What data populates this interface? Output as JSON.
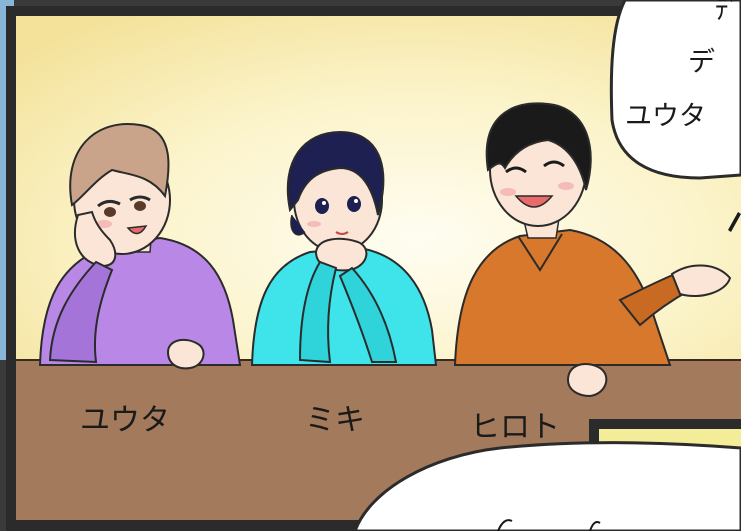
{
  "characters": [
    {
      "name": "ユウタ",
      "shirt_color": "#b987e6"
    },
    {
      "name": "ミキ",
      "shirt_color": "#3fe3ea"
    },
    {
      "name": "ヒロト",
      "shirt_color": "#d7782c"
    }
  ],
  "speech_bubble_top": {
    "lines": [
      "ﾃﾞ",
      "デ",
      "ユウタ"
    ]
  },
  "colors": {
    "wall_light": "#fffbe6",
    "wall_warm": "#f7e9a8",
    "table": "#a47a5c",
    "outer_blue": "#88b6d9",
    "frame": "#2b2b2b"
  }
}
